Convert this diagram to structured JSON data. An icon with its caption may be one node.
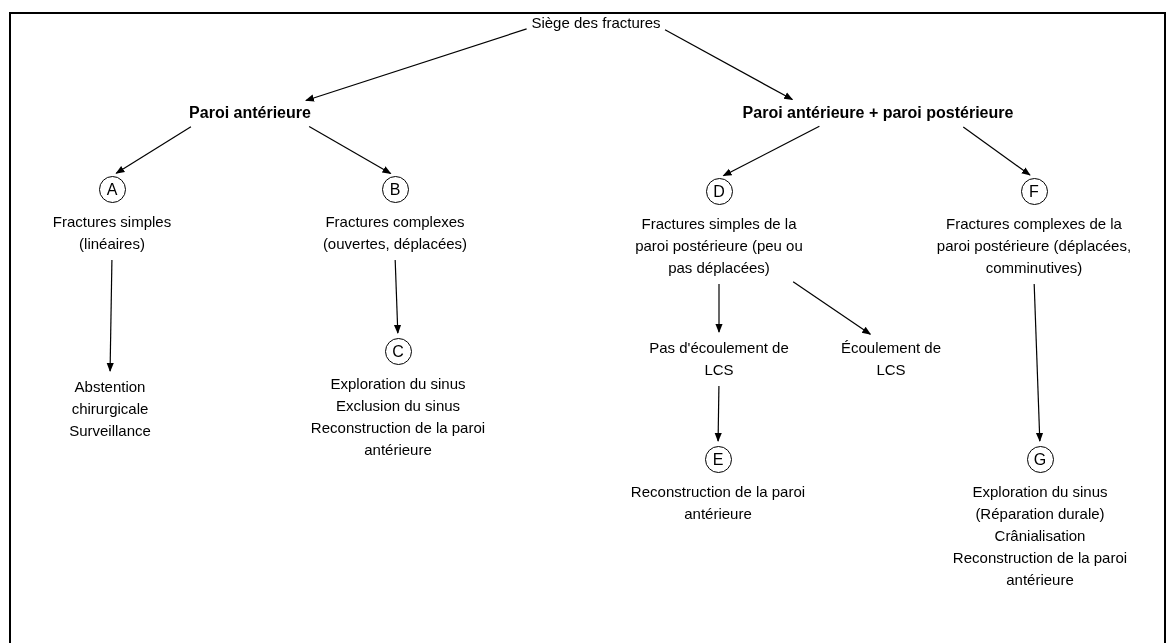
{
  "diagram": {
    "nodes": [
      {
        "text": [
          "Siège des fractures"
        ]
      },
      {
        "text": [
          "Paroi antérieure"
        ]
      },
      {
        "text": [
          "Paroi antérieure + paroi postérieure"
        ]
      },
      {
        "text": [
          "A",
          "Fractures simples (linéaires)"
        ]
      },
      {
        "text": [
          "B",
          "Fractures complexes (ouvertes, déplacées)"
        ]
      },
      {
        "text": [
          "Abstention chirurgicale",
          "Surveillance"
        ]
      },
      {
        "text": [
          "C",
          "Exploration du sinus",
          "Exclusion du sinus",
          "Reconstruction de la paroi antérieure"
        ]
      },
      {
        "text": [
          "D",
          "Fractures simples de la paroi postérieure (peu ou pas déplacées)"
        ]
      },
      {
        "text": [
          "F",
          "Fractures complexes de la paroi postérieure (déplacées, comminutives)"
        ]
      },
      {
        "text": [
          "Pas d'écoulement de LCS"
        ]
      },
      {
        "text": [
          "Écoulement de LCS"
        ]
      },
      {
        "text": [
          "E",
          "Reconstruction de la paroi antérieure"
        ]
      },
      {
        "text": [
          "G",
          "Exploration du sinus",
          "(Réparation durale)",
          "Crânialisation",
          "Reconstruction de la paroi antérieure"
        ]
      }
    ],
    "edges": [
      {
        "from": 0,
        "to": 1,
        "arrow": "to"
      },
      {
        "from": 0,
        "to": 2,
        "arrow": "to"
      },
      {
        "from": 1,
        "to": 3,
        "arrow": "to"
      },
      {
        "from": 1,
        "to": 4,
        "arrow": "to"
      },
      {
        "from": 3,
        "to": 5,
        "arrow": "to"
      },
      {
        "from": 4,
        "to": 6,
        "arrow": "to"
      },
      {
        "from": 2,
        "to": 7,
        "arrow": "to"
      },
      {
        "from": 2,
        "to": 8,
        "arrow": "to"
      },
      {
        "from": 7,
        "to": 9,
        "arrow": "to"
      },
      {
        "from": 7,
        "to": 10,
        "arrow": "to"
      },
      {
        "from": 9,
        "to": 11,
        "arrow": "to"
      },
      {
        "from": 8,
        "to": 12,
        "arrow": "to"
      }
    ]
  }
}
